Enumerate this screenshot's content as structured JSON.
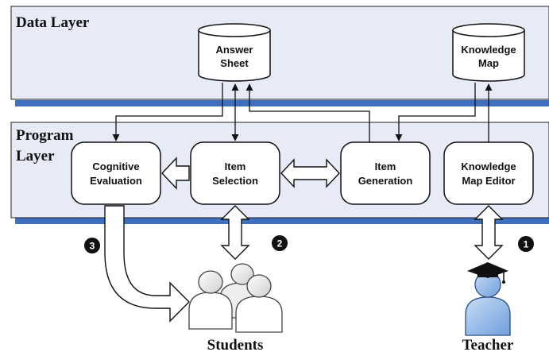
{
  "layers": {
    "data": {
      "title": "Data Layer"
    },
    "program": {
      "title_line1": "Program",
      "title_line2": "Layer"
    }
  },
  "stores": {
    "answer_sheet": {
      "line1": "Answer",
      "line2": "Sheet"
    },
    "knowledge_map": {
      "line1": "Knowledge",
      "line2": "Map"
    }
  },
  "modules": {
    "cognitive_evaluation": {
      "line1": "Cognitive",
      "line2": "Evaluation"
    },
    "item_selection": {
      "line1": "Item",
      "line2": "Selection"
    },
    "item_generation": {
      "line1": "Item",
      "line2": "Generation"
    },
    "knowledge_map_editor": {
      "line1": "Knowledge",
      "line2": "Map Editor"
    }
  },
  "badges": {
    "b1": "1",
    "b2": "2",
    "b3": "3"
  },
  "actors": {
    "students": "Students",
    "teacher": "Teacher"
  },
  "colors": {
    "layer_fill": "#e6ebf7",
    "layer_bar": "#3f6fbf",
    "teacher_fill": "#8cb4e6",
    "student_fill": "#ffffff"
  }
}
